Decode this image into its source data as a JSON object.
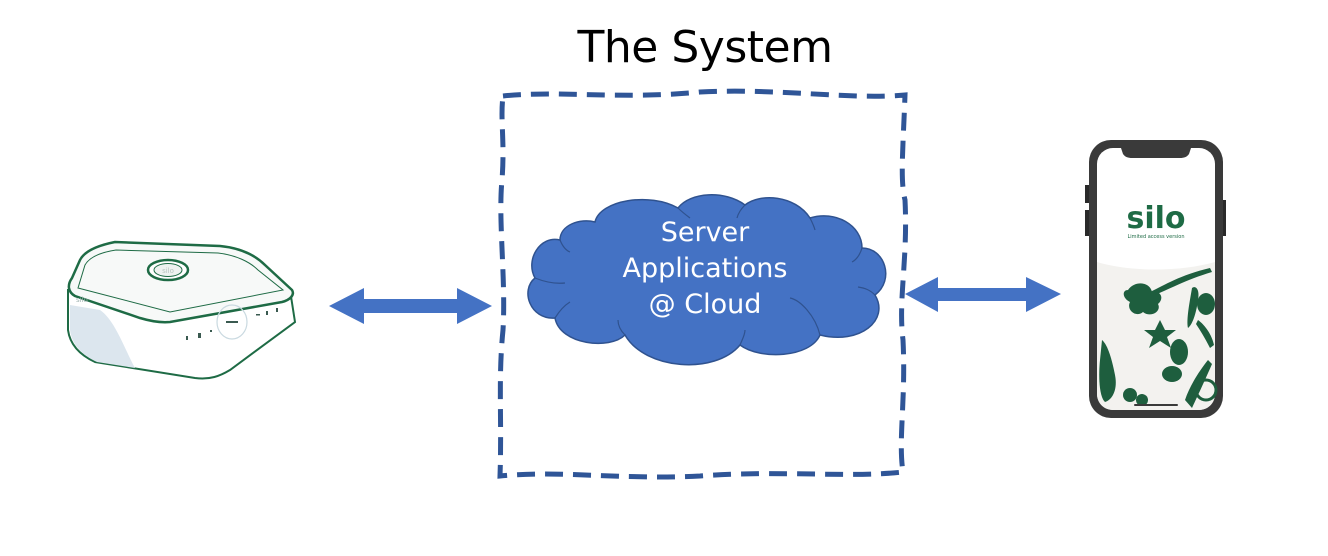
{
  "diagram": {
    "title": "The System",
    "cloud": {
      "lines": [
        "Server",
        "Applications",
        "@ Cloud"
      ]
    },
    "left_device": {
      "name": "silo hub device",
      "logo_text": "silo",
      "button_text": "silo"
    },
    "right_device": {
      "name": "smartphone",
      "app_logo": "silo",
      "app_subtitle": "Limited access version"
    },
    "connections": [
      {
        "from": "left_device",
        "to": "system",
        "type": "bidirectional"
      },
      {
        "from": "system",
        "to": "right_device",
        "type": "bidirectional"
      }
    ],
    "colors": {
      "accent_blue": "#4472C4",
      "border_blue": "#2F5597",
      "cloud_outline": "#2F528F",
      "brand_green": "#1E6B45",
      "phone_frame": "#3a3a3a"
    }
  }
}
